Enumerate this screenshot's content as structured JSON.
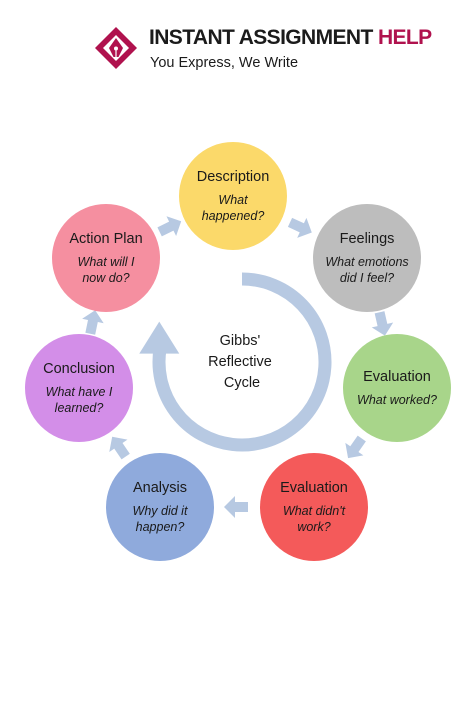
{
  "header": {
    "brand_main": "INSTANT ASSIGNMENT",
    "brand_accent": "HELP",
    "tagline": "You Express, We Write",
    "logo_icon": "pen-nib-diamond-icon",
    "brand_color": "#b0124e"
  },
  "cycle": {
    "center": [
      "Gibbs'",
      "Reflective",
      "Cycle"
    ],
    "arrow_color": "#b7c9e2",
    "stages": [
      {
        "id": "description",
        "title": "Description",
        "question": [
          "What",
          "happened?"
        ],
        "color": "#fbd96a"
      },
      {
        "id": "feelings",
        "title": "Feelings",
        "question": [
          "What emotions",
          "did I feel?"
        ],
        "color": "#bdbdbd"
      },
      {
        "id": "evaluation",
        "title": "Evaluation",
        "question": [
          "What worked?"
        ],
        "color": "#a8d58a"
      },
      {
        "id": "evaluation-2",
        "title": "Evaluation",
        "question": [
          "What didn't",
          "work?"
        ],
        "color": "#f45a5a"
      },
      {
        "id": "analysis",
        "title": "Analysis",
        "question": [
          "Why did it",
          "happen?"
        ],
        "color": "#8faadc"
      },
      {
        "id": "conclusion",
        "title": "Conclusion",
        "question": [
          "What have I",
          "learned?"
        ],
        "color": "#d38ee8"
      },
      {
        "id": "action-plan",
        "title": "Action Plan",
        "question": [
          "What will I",
          "now do?"
        ],
        "color": "#f58fa0"
      }
    ]
  }
}
